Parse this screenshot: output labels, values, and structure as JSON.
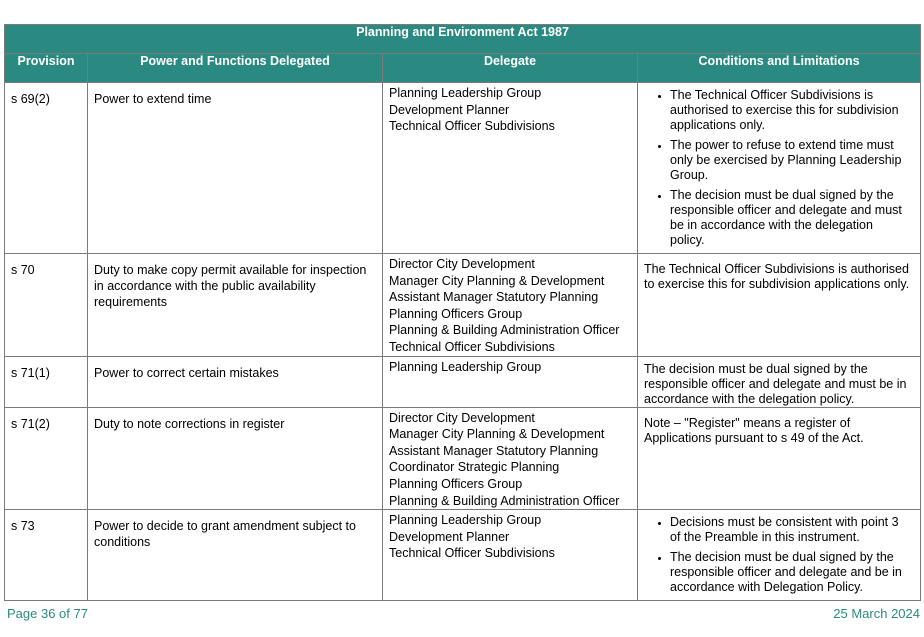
{
  "table": {
    "title": "Planning and Environment Act 1987",
    "headers": {
      "provision": "Provision",
      "power": "Power and Functions Delegated",
      "delegate": "Delegate",
      "conditions": "Conditions and Limitations"
    },
    "rows": [
      {
        "provision": "s 69(2)",
        "power": "Power to extend time",
        "delegates": [
          "Planning Leadership Group",
          "Development Planner",
          "Technical Officer Subdivisions"
        ],
        "conditions_bullets": [
          "The Technical Officer Subdivisions is authorised to exercise this for subdivision applications only.",
          "The power to refuse to extend time must only be exercised by Planning Leadership Group.",
          "The decision must be dual signed by the responsible officer and delegate and must be in accordance with the delegation policy."
        ]
      },
      {
        "provision": "s 70",
        "power": "Duty to make copy permit available for inspection in accordance with the public availability requirements",
        "delegates": [
          "Director City Development",
          "Manager City Planning & Development",
          "Assistant Manager Statutory Planning",
          "Planning Officers Group",
          "Planning & Building Administration Officer",
          "Technical Officer Subdivisions"
        ],
        "conditions_text": "The Technical Officer Subdivisions is authorised to exercise this for subdivision applications only."
      },
      {
        "provision": "s 71(1)",
        "power": "Power to correct certain mistakes",
        "delegates": [
          "Planning Leadership Group"
        ],
        "conditions_text": "The decision must be dual signed by the responsible officer and delegate and must be in accordance with the delegation policy."
      },
      {
        "provision": "s 71(2)",
        "power": "Duty to note corrections in register",
        "delegates": [
          "Director City Development",
          "Manager City Planning & Development",
          "Assistant Manager Statutory Planning",
          "Coordinator Strategic Planning",
          "Planning Officers Group",
          "Planning & Building Administration Officer"
        ],
        "conditions_text": "Note – \"Register\" means a register of Applications pursuant to s 49 of the Act."
      },
      {
        "provision": "s 73",
        "power": "Power to decide to grant amendment subject to conditions",
        "delegates": [
          "Planning Leadership Group",
          "Development Planner",
          "Technical Officer Subdivisions"
        ],
        "conditions_bullets": [
          "Decisions must be consistent with point 3 of the Preamble in this instrument.",
          "The decision must be dual signed by the responsible officer and delegate and be in accordance with Delegation Policy."
        ]
      }
    ]
  },
  "footer": {
    "page": "Page 36 of 77",
    "date": "25 March 2024"
  },
  "colors": {
    "header_bg": "#2a8a81",
    "footer_text": "#2a8a81"
  }
}
